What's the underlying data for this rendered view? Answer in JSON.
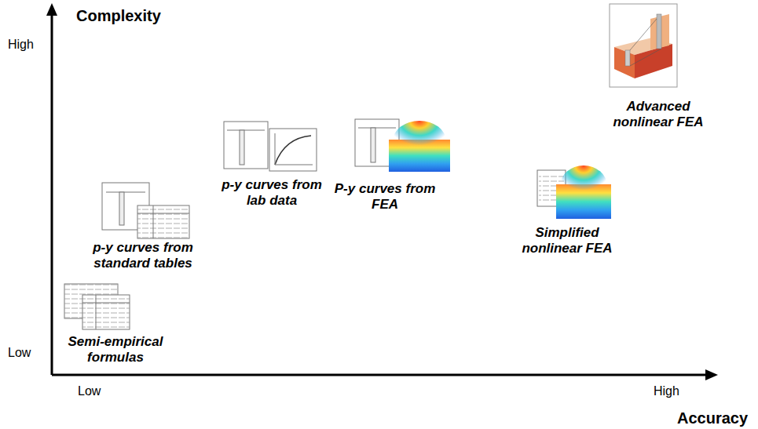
{
  "diagram": {
    "labels": [
      "Complexity",
      "High",
      "Low",
      "Low",
      "High",
      "Accuracy",
      "Semi-empirical formulas",
      "p-y curves from standard tables",
      "p-y curves from lab data",
      "P-y curves from FEA",
      "Simplified nonlinear FEA",
      "Advanced nonlinear FEA"
    ]
  }
}
